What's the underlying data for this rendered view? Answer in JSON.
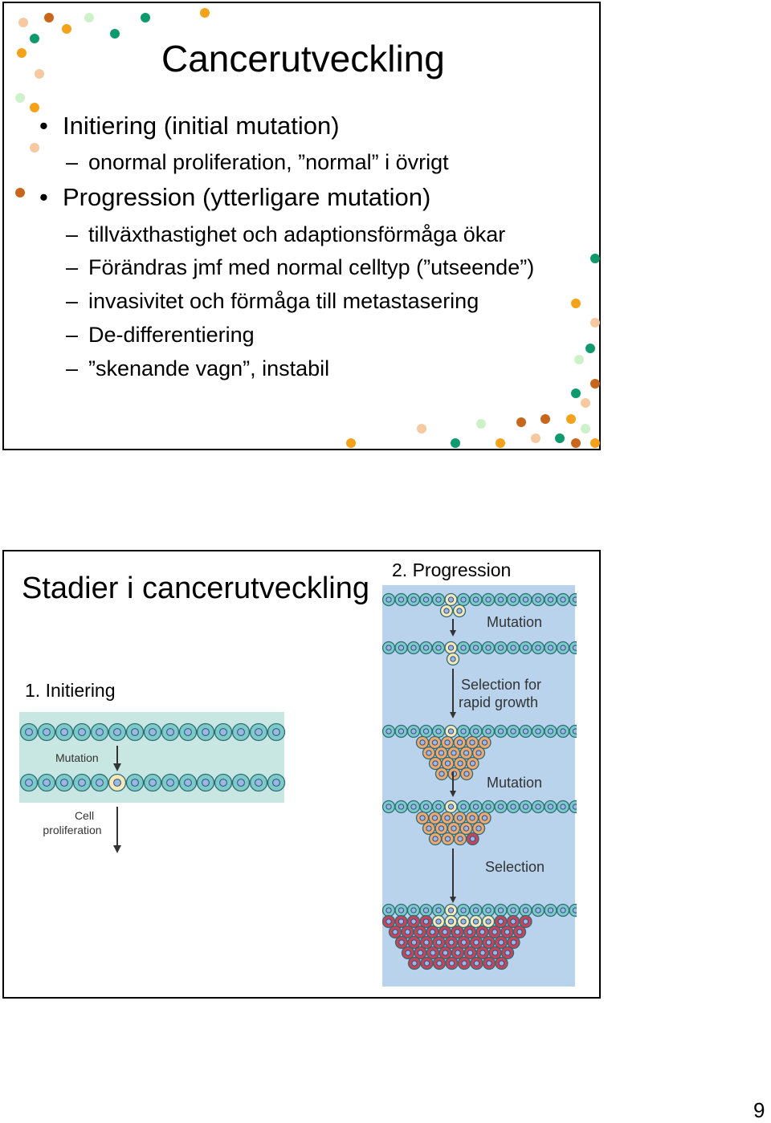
{
  "slide1": {
    "title": "Cancerutveckling",
    "bullets": [
      {
        "level": 1,
        "text": "Initiering (initial mutation)"
      },
      {
        "level": 2,
        "text": "onormal proliferation, ”normal” i övrigt"
      },
      {
        "level": 1,
        "text": "Progression (ytterligare mutation)"
      },
      {
        "level": 2,
        "text": "tillväxthastighet och adaptionsförmåga ökar"
      },
      {
        "level": 2,
        "text": "Förändras jmf med normal celltyp (”utseende”)"
      },
      {
        "level": 2,
        "text": "invasivitet och förmåga till metastasering"
      },
      {
        "level": 2,
        "text": "De-differentiering"
      },
      {
        "level": 2,
        "text": "”skenande vagn”, instabil"
      }
    ]
  },
  "slide2": {
    "title": "Stadier i cancerutveckling",
    "initiation": {
      "caption": "1. Initiering",
      "labels": {
        "mutation": "Mutation",
        "cell": "Cell",
        "proliferation": "proliferation"
      }
    },
    "progression": {
      "caption": "2. Progression",
      "labels": {
        "mutation1": "Mutation",
        "selection_a": "Selection for",
        "selection_b": "rapid growth",
        "mutation2": "Mutation",
        "selection": "Selection"
      }
    }
  },
  "page_number": "9",
  "colors": {
    "dot_orange": "#f5a21b",
    "dot_peach": "#f6c9a0",
    "dot_brown": "#c8661c",
    "dot_green": "#0e9a6c",
    "dot_mint": "#cdf2c9",
    "panel_initiation": "#c9e7e2",
    "panel_progression": "#b9d3ec",
    "cell_normal": "#7ccbc4",
    "cell_mutant": "#f7e9b5",
    "cell_growth": "#f0a96a",
    "cell_malignant": "#c94455"
  }
}
